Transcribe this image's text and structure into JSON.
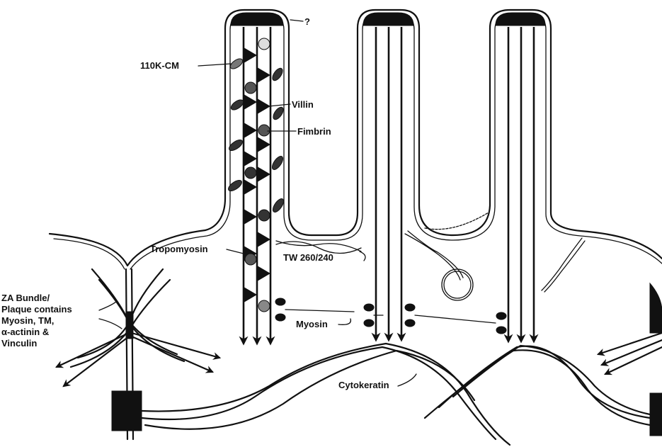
{
  "labels": {
    "unknown_cap": "?",
    "cm110k": "110K-CM",
    "villin": "Villin",
    "fimbrin": "Fimbrin",
    "tropomyosin": "Tropomyosin",
    "tw": "TW 260/240",
    "myosin": "Myosin",
    "za_line1": "ZA Bundle/",
    "za_line2": "Plaque contains",
    "za_line3": "Myosin, TM,",
    "za_line4": "α-actinin &",
    "za_line5": "Vinculin",
    "cytokeratin": "Cytokeratin"
  },
  "colors": {
    "ink": "#111111",
    "background": "#ffffff",
    "shade": "#8a8a8a"
  }
}
